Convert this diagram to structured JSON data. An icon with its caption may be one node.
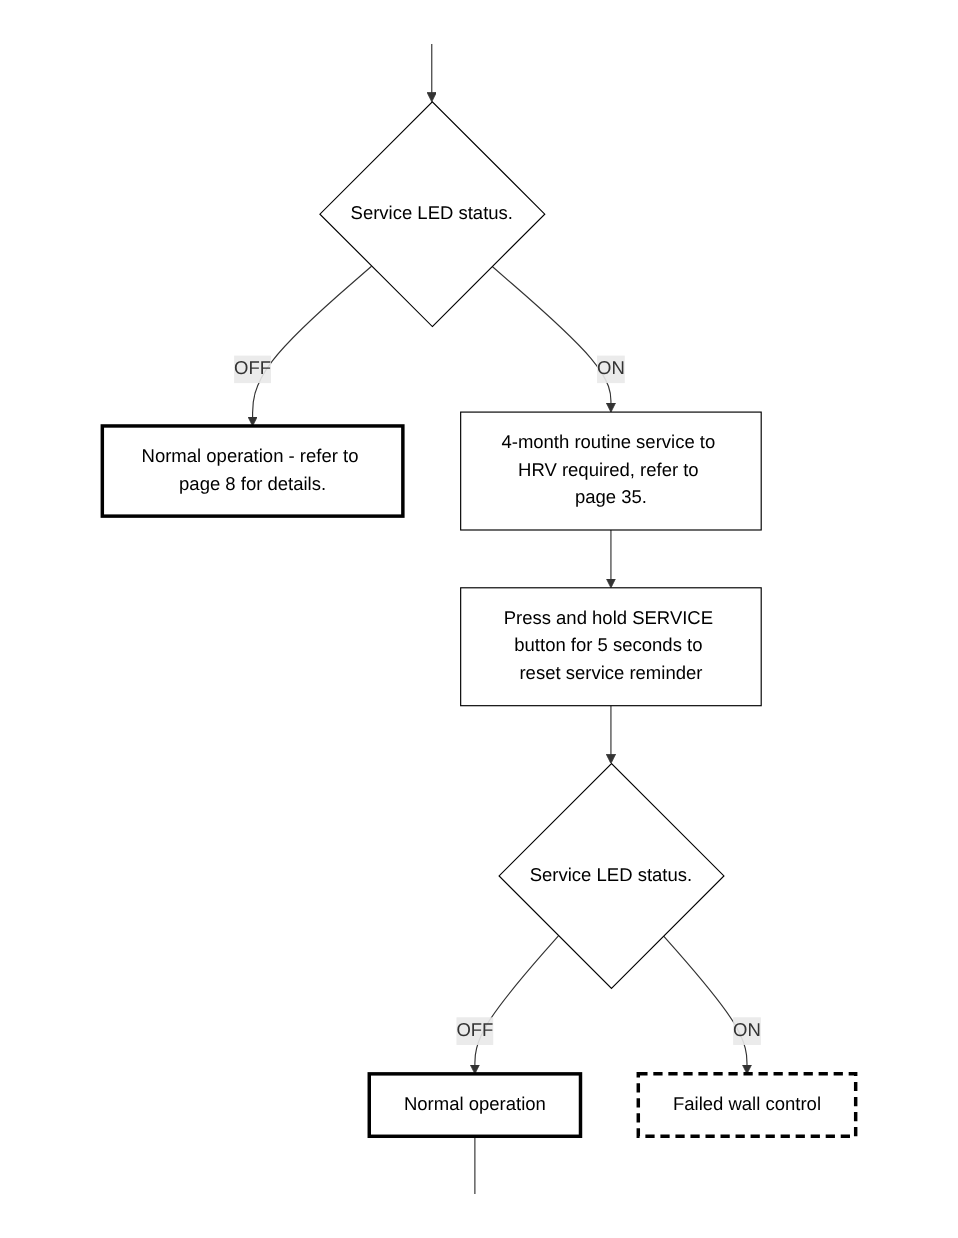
{
  "diagram": {
    "nodes": [
      {
        "text": [
          "Service LED status."
        ]
      },
      {
        "text": [
          "Normal operation - refer to page 8 for details."
        ]
      },
      {
        "text": [
          "4-month routine service to HRV required, refer to page 35."
        ]
      },
      {
        "text": [
          "Press and hold SERVICE button for 5 seconds to reset service reminder"
        ]
      },
      {
        "text": [
          "Service LED status."
        ]
      },
      {
        "text": [
          "Normal operation"
        ]
      },
      {
        "text": [
          "Failed wall control"
        ]
      }
    ],
    "edges": [
      {
        "from": null,
        "to": 0,
        "arrow": "to"
      },
      {
        "from": 0,
        "to": 1,
        "arrow": "to",
        "label": "OFF"
      },
      {
        "from": 0,
        "to": 2,
        "arrow": "to",
        "label": "ON"
      },
      {
        "from": 2,
        "to": 3,
        "arrow": "to"
      },
      {
        "from": 3,
        "to": 4,
        "arrow": "to"
      },
      {
        "from": 4,
        "to": 5,
        "arrow": "to",
        "label": "OFF"
      },
      {
        "from": 4,
        "to": 6,
        "arrow": "to",
        "label": "ON"
      },
      {
        "from": 5,
        "to": null,
        "arrow": "none"
      }
    ]
  }
}
